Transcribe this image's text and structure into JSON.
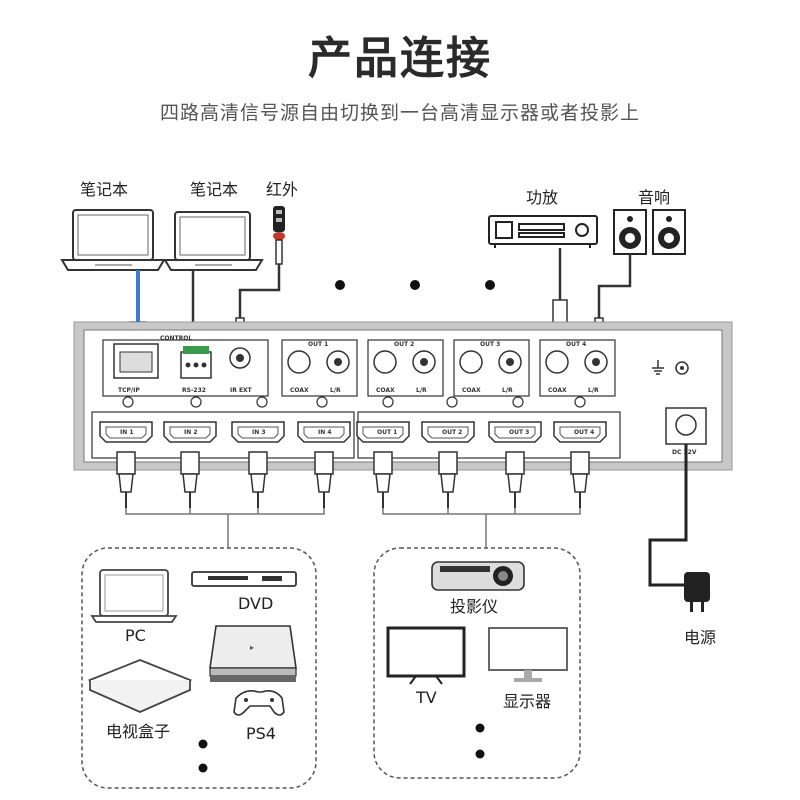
{
  "header": {
    "title": "产品连接",
    "subtitle": "四路高清信号源自由切换到一台高清显示器或者投影上"
  },
  "top_devices": {
    "laptop1": "笔记本",
    "laptop2": "笔记本",
    "ir": "红外",
    "amp": "功放",
    "speaker": "音响"
  },
  "panel": {
    "control": "CONTROL",
    "tcp": "TCP/IP",
    "rs232": "RS-232",
    "irext": "IR EXT",
    "out_groups": [
      "OUT 1",
      "OUT 2",
      "OUT 3",
      "OUT 4"
    ],
    "coax": "COAX",
    "lr": "L/R",
    "hdmi_in": [
      "IN 1",
      "IN 2",
      "IN 3",
      "IN 4"
    ],
    "hdmi_out": [
      "OUT 1",
      "OUT 2",
      "OUT 3",
      "OUT 4"
    ],
    "dc": "DC 12V"
  },
  "sources": {
    "pc": "PC",
    "dvd": "DVD",
    "stb": "电视盒子",
    "ps4": "PS4"
  },
  "displays": {
    "projector": "投影仪",
    "tv": "TV",
    "monitor": "显示器"
  },
  "power": "电源"
}
